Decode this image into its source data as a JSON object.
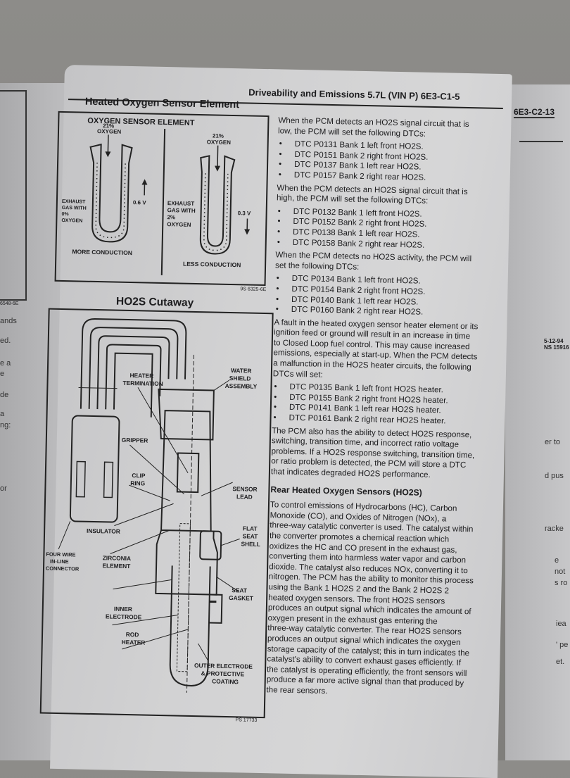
{
  "header": {
    "running_title": "Driveability and Emissions 5.7L (VIN P) 6E3-C1-5"
  },
  "figure1": {
    "title": "Heated Oxygen Sensor Element",
    "subtitle": "OXYGEN SENSOR ELEMENT",
    "left": {
      "top_label": [
        "21%",
        "OXYGEN"
      ],
      "side_label": [
        "EXHAUST",
        "GAS WITH",
        "0%",
        "OXYGEN"
      ],
      "voltage": "0.6 V",
      "bottom": "MORE CONDUCTION"
    },
    "right": {
      "top_label": [
        "21%",
        "OXYGEN"
      ],
      "side_label": [
        "EXHAUST",
        "GAS WITH",
        "2%",
        "OXYGEN"
      ],
      "voltage": "0.3 V",
      "bottom": "LESS CONDUCTION"
    },
    "caption": "9S 6325-6E"
  },
  "figure2": {
    "title": "HO2S Cutaway",
    "labels": {
      "heater_termination": [
        "HEATER",
        "TERMINATION"
      ],
      "water_shield": [
        "WATER",
        "SHIELD",
        "ASSEMBLY"
      ],
      "gripper": [
        "GRIPPER"
      ],
      "clip_ring": [
        "CLIP",
        "RING"
      ],
      "sensor_lead": [
        "SENSOR",
        "LEAD"
      ],
      "insulator": [
        "INSULATOR"
      ],
      "flat_seat_shell": [
        "FLAT",
        "SEAT",
        "SHELL"
      ],
      "connector": [
        "FOUR WIRE",
        "IN-LINE",
        "CONNECTOR"
      ],
      "zirconia": [
        "ZIRCONIA",
        "ELEMENT"
      ],
      "seat_gasket": [
        "SEAT",
        "GASKET"
      ],
      "inner_electrode": [
        "INNER",
        "ELECTRODE"
      ],
      "rod_heater": [
        "ROD",
        "HEATER"
      ],
      "outer_electrode": [
        "OUTER ELECTRODE",
        "& PROTECTIVE",
        "COATING"
      ]
    },
    "caption": "PS 17733"
  },
  "body": [
    {
      "type": "p",
      "lines": [
        "When the PCM detects an HO2S signal circuit that is",
        "low, the PCM will set the following DTCs:"
      ]
    },
    {
      "type": "ul",
      "items": [
        "DTC P0131 Bank 1 left front HO2S.",
        "DTC P0151 Bank 2 right front HO2S.",
        "DTC P0137 Bank 1 left rear HO2S.",
        "DTC P0157 Bank 2 right rear HO2S."
      ]
    },
    {
      "type": "p",
      "lines": [
        "When the PCM detects an HO2S signal circuit that is",
        "high, the PCM will set the following DTCs:"
      ]
    },
    {
      "type": "ul",
      "items": [
        "DTC P0132 Bank 1 left front HO2S.",
        "DTC P0152 Bank 2 right front HO2S.",
        "DTC P0138 Bank 1 left rear HO2S.",
        "DTC P0158 Bank 2 right rear HO2S."
      ]
    },
    {
      "type": "p",
      "lines": [
        "When the PCM detects no HO2S activity, the PCM will",
        "set the following DTCs:"
      ]
    },
    {
      "type": "ul",
      "items": [
        "DTC P0134 Bank 1 left front HO2S.",
        "DTC P0154 Bank 2 right front HO2S.",
        "DTC P0140 Bank 1 left rear HO2S.",
        "DTC P0160 Bank 2 right rear HO2S."
      ]
    },
    {
      "type": "p",
      "lines": [
        "A fault in the heated oxygen sensor heater element or its",
        "ignition feed or ground will result in an increase in time",
        "to Closed Loop fuel control. This may cause increased",
        "emissions, especially at start-up. When the PCM detects",
        "a malfunction in the HO2S heater circuits, the following",
        "DTCs will set:"
      ]
    },
    {
      "type": "ul",
      "items": [
        "DTC P0135 Bank 1 left front HO2S heater.",
        "DTC P0155 Bank 2 right front HO2S heater.",
        "DTC P0141 Bank 1 left rear HO2S heater.",
        "DTC P0161 Bank 2 right rear HO2S heater."
      ]
    },
    {
      "type": "p",
      "lines": [
        "The PCM also has the ability to detect HO2S response,",
        "switching, transition time, and incorrect ratio voltage",
        "problems. If a HO2S response switching, transition time,",
        "or ratio problem is detected, the PCM will store a DTC",
        "that indicates degraded HO2S performance."
      ]
    },
    {
      "type": "h",
      "text": "Rear Heated Oxygen Sensors (HO2S)"
    },
    {
      "type": "p",
      "lines": [
        "To control emissions of Hydrocarbons (HC), Carbon",
        "Monoxide (CO), and Oxides of Nitrogen (NOx), a",
        "three-way catalytic converter is used. The catalyst within",
        "the converter promotes a chemical reaction which",
        "oxidizes the HC and CO present in the exhaust gas,",
        "converting them into harmless water vapor and carbon",
        "dioxide. The catalyst also reduces NOx, converting it to",
        "nitrogen. The PCM has the ability to monitor this process",
        "using the Bank 1 HO2S 2 and the Bank 2 HO2S 2",
        "heated oxygen sensors. The front HO2S sensors",
        "produces an output signal which indicates the amount of",
        "oxygen present in the exhaust gas entering the",
        "three-way catalytic converter. The rear HO2S sensors",
        "produces an output signal which indicates the oxygen",
        "storage capacity of the catalyst; this in turn indicates the",
        "catalyst's ability to convert exhaust gases efficiently. If",
        "the catalyst is operating efficiently, the front sensors will",
        "produce a far more active signal than that produced by",
        "the rear sensors."
      ]
    }
  ],
  "left_page": {
    "caption": "6548-6E",
    "fragments": [
      "ands",
      "ed.",
      "e a",
      "e",
      "de",
      "a",
      "ng:",
      "or"
    ]
  },
  "right_page": {
    "page_number": "6E3-C2-13",
    "date_code": [
      "5-12-94",
      "NS 15916"
    ],
    "fragments": [
      "er to",
      "d pus",
      "racke",
      "e",
      "not",
      "s ro",
      "iea",
      "' pe",
      "et."
    ]
  }
}
